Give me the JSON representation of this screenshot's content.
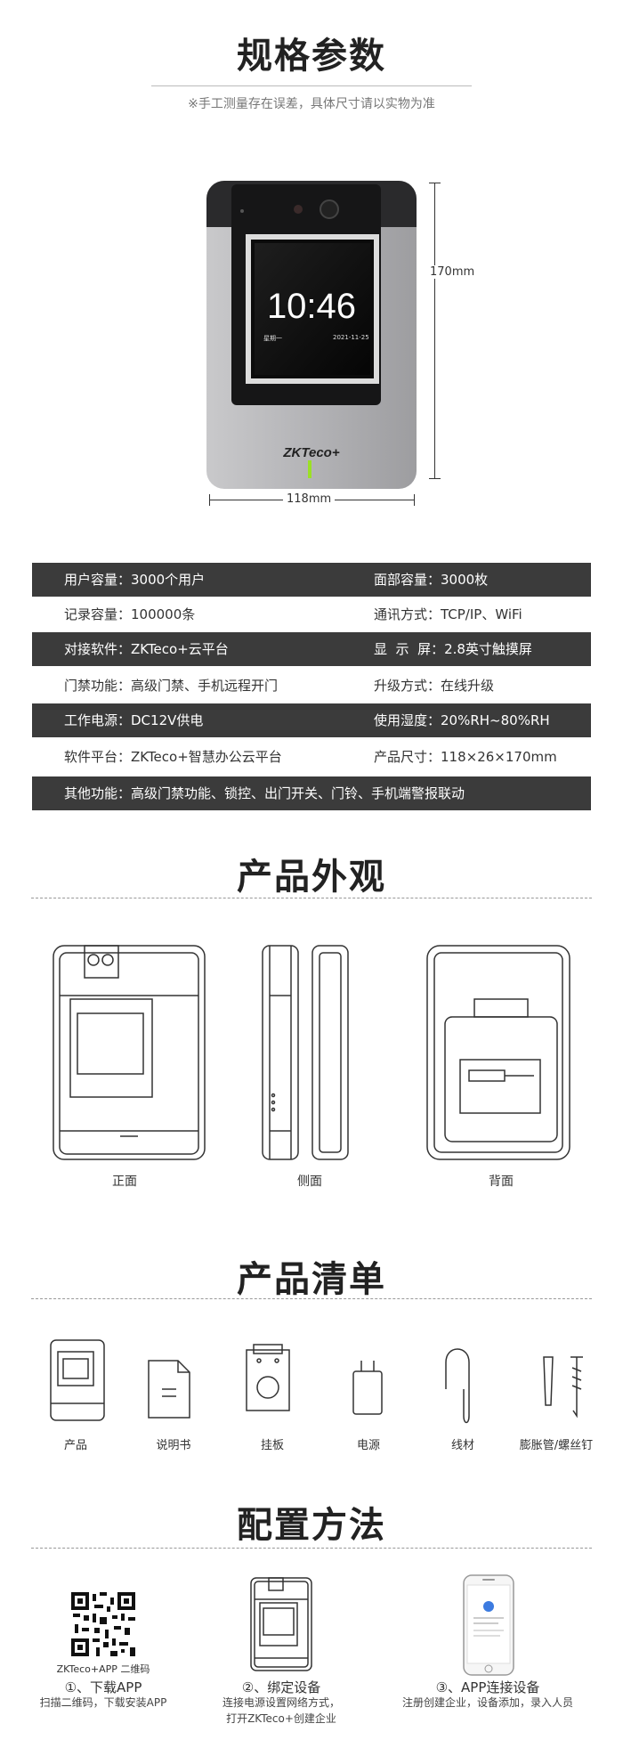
{
  "specs": {
    "title": "规格参数",
    "note": "※手工测量存在误差，具体尺寸请以实物为准",
    "device": {
      "time": "10:46",
      "weekday": "星期一",
      "date": "2021-11-25",
      "brand": "ZKTeco+"
    },
    "height_label": "170mm",
    "width_label": "118mm",
    "rows": [
      {
        "left": "用户容量：3000个用户",
        "right": "面部容量：3000枚",
        "dark": true
      },
      {
        "left": "记录容量：100000条",
        "right": "通讯方式：TCP/IP、WiFi",
        "dark": false
      },
      {
        "left": "对接软件：ZKTeco+云平台",
        "right": "显  示  屏：2.8英寸触摸屏",
        "dark": true
      },
      {
        "left": "门禁功能：高级门禁、手机远程开门",
        "right": "升级方式：在线升级",
        "dark": false
      },
      {
        "left": "工作电源：DC12V供电",
        "right": "使用湿度：20%RH~80%RH",
        "dark": true
      },
      {
        "left": "软件平台：ZKTeco+智慧办公云平台",
        "right": "产品尺寸：118×26×170mm",
        "dark": false
      },
      {
        "left": "其他功能：高级门禁功能、锁控、出门开关、门铃、手机端警报联动",
        "right": "",
        "dark": true
      }
    ]
  },
  "appearance": {
    "title": "产品外观",
    "views": [
      "正面",
      "侧面",
      "背面"
    ]
  },
  "package": {
    "title": "产品清单",
    "items": [
      "产品",
      "说明书",
      "挂板",
      "电源",
      "线材",
      "膨胀管/螺丝钉"
    ]
  },
  "config": {
    "title": "配置方法",
    "qr_label": "ZKTeco+APP 二维码",
    "steps": [
      {
        "title": "①、下载APP",
        "desc1": "扫描二维码，下载安装APP",
        "desc2": ""
      },
      {
        "title": "②、绑定设备",
        "desc1": "连接电源设置网络方式，",
        "desc2": "打开ZKTeco+创建企业"
      },
      {
        "title": "③、APP连接设备",
        "desc1": "注册创建企业，设备添加，录入人员",
        "desc2": ""
      }
    ]
  }
}
